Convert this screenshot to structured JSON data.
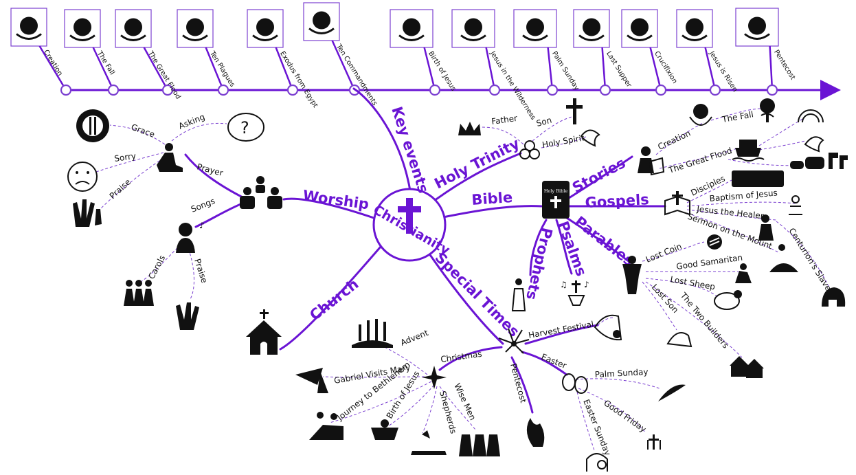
{
  "colors": {
    "accent": "#6a14d4",
    "text": "#111111",
    "dashed": "#7a3fd0"
  },
  "center": {
    "title": "Christianity"
  },
  "timeline": {
    "events": [
      {
        "label": "Creation",
        "icon": "earth-in-hands-icon"
      },
      {
        "label": "The Fall",
        "icon": "serpent-tree-icon"
      },
      {
        "label": "The Great Flood",
        "icon": "ark-icon"
      },
      {
        "label": "Ten Plagues",
        "icon": "plagues-icon"
      },
      {
        "label": "Exodus from Egypt",
        "icon": "exodus-icon"
      },
      {
        "label": "Ten Commandments",
        "icon": "tablets-icon"
      },
      {
        "label": "Birth of Jesus",
        "icon": "nativity-icon"
      },
      {
        "label": "Jesus in the Wilderness",
        "icon": "wilderness-icon"
      },
      {
        "label": "Palm Sunday",
        "icon": "palm-icon"
      },
      {
        "label": "Last Supper",
        "icon": "chalice-icon"
      },
      {
        "label": "Crucifixion",
        "icon": "three-crosses-icon"
      },
      {
        "label": "Jesus is Risen",
        "icon": "empty-tomb-icon"
      },
      {
        "label": "Pentecost",
        "icon": "pentecost-dove-icon"
      }
    ]
  },
  "branches": {
    "key_events": "Key events",
    "holy_trinity": "Holy Trinity",
    "bible": "Bible",
    "worship": "Worship",
    "church": "Church",
    "special_times": "Special Times",
    "stories": "Stories",
    "gospels": "Gospels",
    "parables": "Parables",
    "psalms": "Psalms",
    "prophets": "Prophets"
  },
  "trinity": {
    "father": "Father",
    "son": "Son",
    "spirit": "Holy Spirit"
  },
  "worship": {
    "prayer": "Prayer",
    "grace": "Grace",
    "asking": "Asking",
    "sorry": "Sorry",
    "praise": "Praise",
    "songs": "Songs",
    "carols": "Carols",
    "songs_praise": "Praise"
  },
  "stories": {
    "creation": "Creation",
    "fall": "The Fall",
    "flood": "The Great Flood"
  },
  "gospels": {
    "disciples": "Disciples",
    "baptism": "Baptism of Jesus",
    "healer": "Jesus the Healer",
    "sermon": "Sermon on the Mount",
    "centurion": "Centurion's Slave"
  },
  "parables": {
    "lost_coin": "Lost Coin",
    "samaritan": "Good Samaritan",
    "lost_sheep": "Lost Sheep",
    "lost_son": "Lost Son",
    "builders": "The Two  Builders"
  },
  "special": {
    "christmas": "Christmas",
    "advent": "Advent",
    "gabriel": "Gabriel Visits Mary",
    "journey": "Journey to Bethlehem",
    "birth": "Birth of Jesus",
    "shepherds": "Shepherds",
    "wise_men": "Wise Men",
    "harvest": "Harvest Festival",
    "easter": "Easter",
    "pentecost": "Pentecost",
    "palm_sunday": "Palm Sunday",
    "good_friday": "Good Friday",
    "easter_sunday": "Easter Sunday"
  }
}
